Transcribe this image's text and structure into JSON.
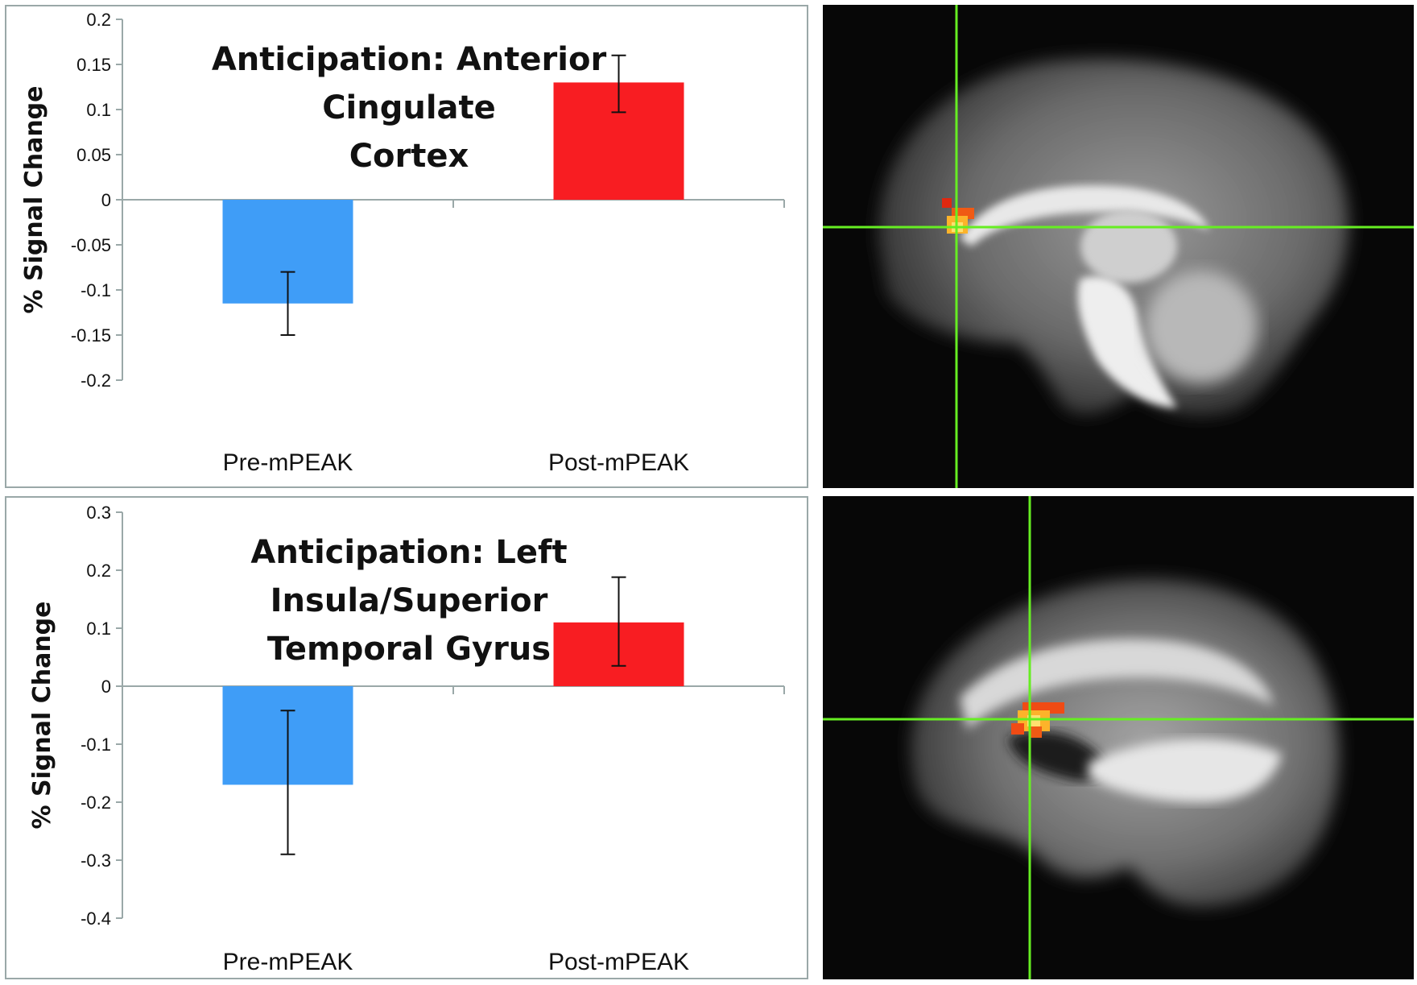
{
  "colors": {
    "pre_bar": "#3f9df7",
    "post_bar": "#f81d22",
    "axis": "#9aa8a8",
    "crosshair": "#66ee22",
    "activation_core": "#fdb32a",
    "activation_edge": "#f04b14"
  },
  "chart_data": [
    {
      "type": "bar",
      "title_line1": "Anticipation: Anterior Cingulate",
      "title_line2": "Cortex",
      "ylabel": "% Signal Change",
      "xlabel": "",
      "categories": [
        "Pre-mPEAK",
        "Post-mPEAK"
      ],
      "values": [
        -0.115,
        0.13
      ],
      "error_low": [
        -0.15,
        0.097
      ],
      "error_high": [
        -0.08,
        0.16
      ],
      "ylim": [
        -0.2,
        0.2
      ],
      "yticks": [
        0.2,
        0.15,
        0.1,
        0.05,
        0,
        -0.05,
        -0.1,
        -0.15,
        -0.2
      ],
      "ytick_labels": [
        "0.2",
        "0.15",
        "0.1",
        "0.05",
        "0",
        "-0.05",
        "-0.1",
        "-0.15",
        "-0.2"
      ],
      "grid": false,
      "legend": "none"
    },
    {
      "type": "bar",
      "title_line1": "Anticipation: Left Insula/Superior",
      "title_line2": "Temporal Gyrus",
      "ylabel": "% Signal Change",
      "xlabel": "",
      "categories": [
        "Pre-mPEAK",
        "Post-mPEAK"
      ],
      "values": [
        -0.17,
        0.11
      ],
      "error_low": [
        -0.29,
        0.035
      ],
      "error_high": [
        -0.042,
        0.188
      ],
      "ylim": [
        -0.4,
        0.3
      ],
      "yticks": [
        0.3,
        0.2,
        0.1,
        0,
        -0.1,
        -0.2,
        -0.3,
        -0.4
      ],
      "ytick_labels": [
        "0.3",
        "0.2",
        "0.1",
        "0",
        "-0.1",
        "-0.2",
        "-0.3",
        "-0.4"
      ],
      "grid": false,
      "legend": "none"
    }
  ]
}
